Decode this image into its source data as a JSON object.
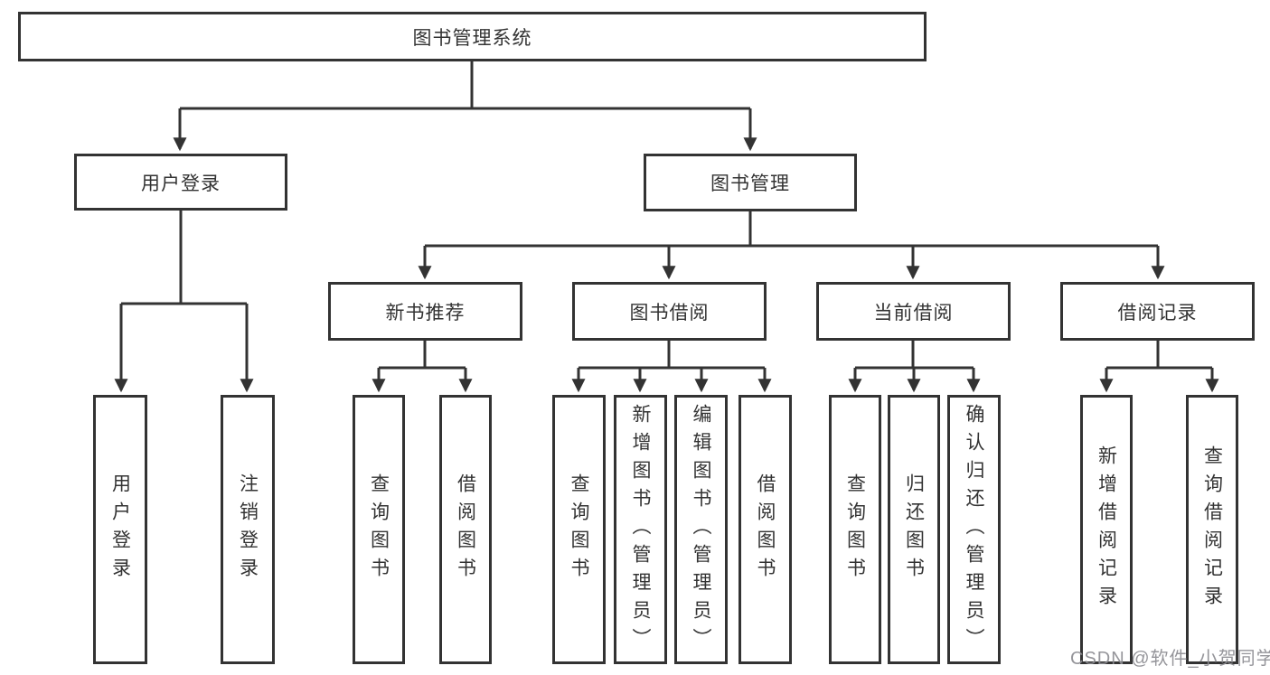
{
  "root": {
    "label": "图书管理系统"
  },
  "tree": [
    {
      "label": "用户登录",
      "children": [
        {
          "label": "用户登录"
        },
        {
          "label": "注销登录"
        }
      ]
    },
    {
      "label": "图书管理",
      "children": [
        {
          "label": "新书推荐",
          "children": [
            {
              "label": "查询图书"
            },
            {
              "label": "借阅图书"
            }
          ]
        },
        {
          "label": "图书借阅",
          "children": [
            {
              "label": "查询图书"
            },
            {
              "label": "新增图书（管理员）"
            },
            {
              "label": "编辑图书（管理员）"
            },
            {
              "label": "借阅图书"
            }
          ]
        },
        {
          "label": "当前借阅",
          "children": [
            {
              "label": "查询图书"
            },
            {
              "label": "归还图书"
            },
            {
              "label": "确认归还（管理员）"
            }
          ]
        },
        {
          "label": "借阅记录",
          "children": [
            {
              "label": "新增借阅记录"
            },
            {
              "label": "查询借阅记录"
            }
          ]
        }
      ]
    }
  ],
  "watermark": {
    "text": "CSDN @软件_小贺同学"
  },
  "colors": {
    "line": "#333333",
    "box_background": "#ffffff",
    "text": "#333333",
    "watermark": "#8c8c91"
  }
}
